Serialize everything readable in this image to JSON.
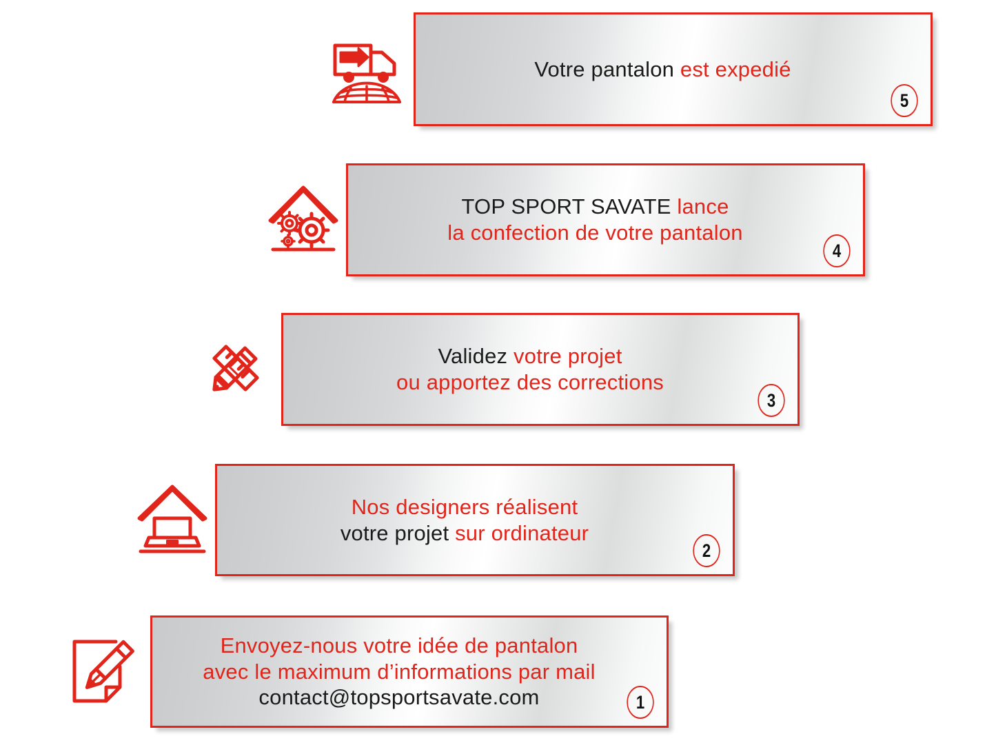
{
  "page": {
    "title": "Processus de commande TOP SPORT SAVATE",
    "accent_color": "#e1251b",
    "text_color": "#1a1a1a",
    "background": "#ffffff"
  },
  "steps": [
    {
      "number": "1",
      "icon": "note-pencil-icon",
      "lines": [
        {
          "segments": [
            {
              "text": "Envoyez-nous votre idée de pantalon",
              "color": "red"
            }
          ]
        },
        {
          "segments": [
            {
              "text": "avec le maximum d’informations par mail",
              "color": "red"
            }
          ]
        },
        {
          "segments": [
            {
              "text": "contact@topsportsavate.com",
              "color": "black"
            }
          ]
        }
      ]
    },
    {
      "number": "2",
      "icon": "laptop-roof-icon",
      "lines": [
        {
          "segments": [
            {
              "text": "Nos designers réalisent",
              "color": "red"
            }
          ]
        },
        {
          "segments": [
            {
              "text": "votre projet ",
              "color": "black"
            },
            {
              "text": "sur ordinateur",
              "color": "red"
            }
          ]
        }
      ]
    },
    {
      "number": "3",
      "icon": "ruler-pencil-icon",
      "lines": [
        {
          "segments": [
            {
              "text": "Validez ",
              "color": "black"
            },
            {
              "text": "votre projet",
              "color": "red"
            }
          ]
        },
        {
          "segments": [
            {
              "text": "ou apportez des corrections",
              "color": "red"
            }
          ]
        }
      ]
    },
    {
      "number": "4",
      "icon": "gears-roof-icon",
      "lines": [
        {
          "segments": [
            {
              "text": "TOP SPORT SAVATE ",
              "color": "black"
            },
            {
              "text": "lance",
              "color": "red"
            }
          ]
        },
        {
          "segments": [
            {
              "text": "la confection de votre pantalon",
              "color": "red"
            }
          ]
        }
      ]
    },
    {
      "number": "5",
      "icon": "truck-globe-icon",
      "lines": [
        {
          "segments": [
            {
              "text": "Votre pantalon ",
              "color": "black"
            },
            {
              "text": "est expedié",
              "color": "red"
            }
          ]
        }
      ]
    }
  ]
}
